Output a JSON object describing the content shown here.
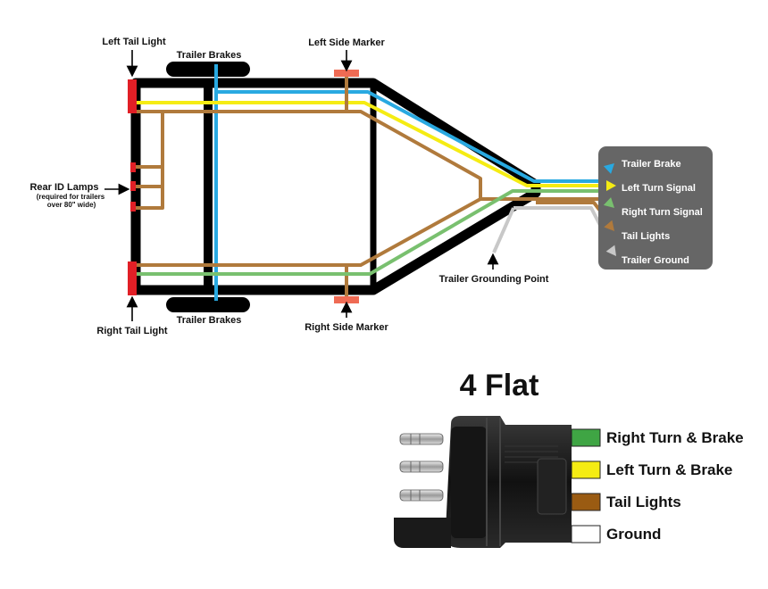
{
  "colors": {
    "frame": "#000000",
    "brake": "#29a9e1",
    "left_turn": "#f5ec13",
    "right_turn": "#79c06f",
    "tail": "#b07a3c",
    "ground": "#c8c8c8",
    "light_red": "#e11f26",
    "marker": "#ef6b54",
    "legend_bg": "#666666"
  },
  "labels": {
    "left_tail_light": "Left Tail Light",
    "right_tail_light": "Right Tail Light",
    "trailer_brakes_top": "Trailer Brakes",
    "trailer_brakes_bottom": "Trailer Brakes",
    "left_side_marker": "Left Side Marker",
    "right_side_marker": "Right Side Marker",
    "rear_id_lamps": "Rear ID Lamps",
    "rear_id_note_1": "(required for trailers",
    "rear_id_note_2": "over 80\" wide)",
    "grounding_point": "Trailer Grounding Point"
  },
  "legend": [
    {
      "label": "Trailer Brake",
      "color": "#29a9e1"
    },
    {
      "label": "Left Turn Signal",
      "color": "#f5ec13"
    },
    {
      "label": "Right Turn Signal",
      "color": "#79c06f"
    },
    {
      "label": "Tail Lights",
      "color": "#b07a3c"
    },
    {
      "label": "Trailer Ground",
      "color": "#c8c8c8"
    }
  ],
  "connector": {
    "title": "4 Flat",
    "pins": [
      {
        "label": "Right Turn & Brake",
        "color": "#3fa544"
      },
      {
        "label": "Left Turn & Brake",
        "color": "#f5ec13"
      },
      {
        "label": "Tail Lights",
        "color": "#9a5b12"
      },
      {
        "label": "Ground",
        "color": "#ffffff"
      }
    ]
  }
}
